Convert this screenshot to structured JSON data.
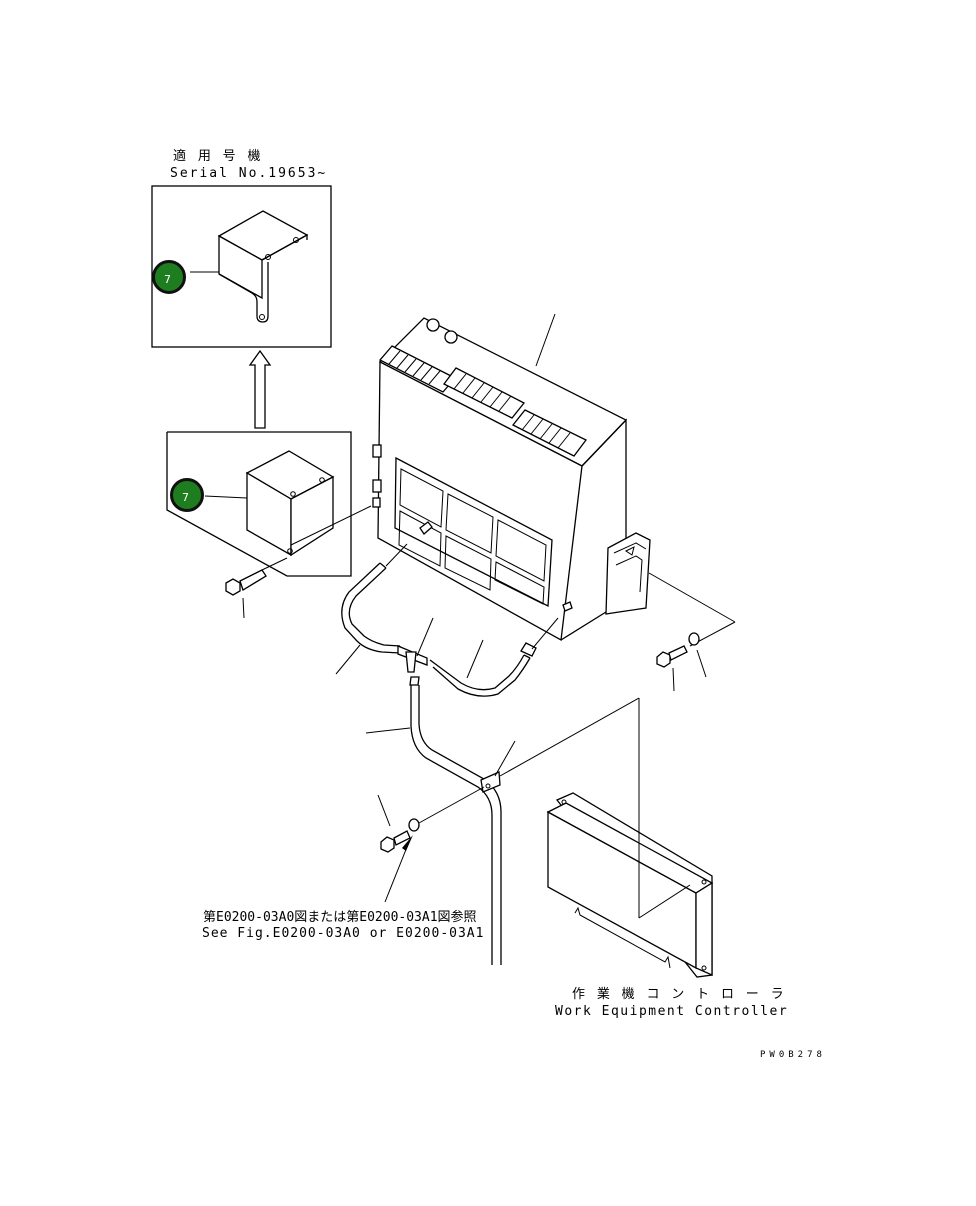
{
  "serial_note": {
    "jp": "適 用 号 機",
    "en": "Serial No.19653~"
  },
  "callouts": [
    {
      "label": "7"
    },
    {
      "label": "7"
    }
  ],
  "reference_note": {
    "jp": "第E0200-03A0図または第E0200-03A1図参照",
    "en": "See Fig.E0200-03A0 or E0200-03A1"
  },
  "controller_label": {
    "jp": "作 業 機 コ ン ト ロ ー ラ",
    "en": "Work Equipment Controller"
  },
  "drawing_code": "PW0B278",
  "colors": {
    "callout_fill": "#1e7d1e",
    "line": "#000000",
    "background": "#ffffff"
  }
}
